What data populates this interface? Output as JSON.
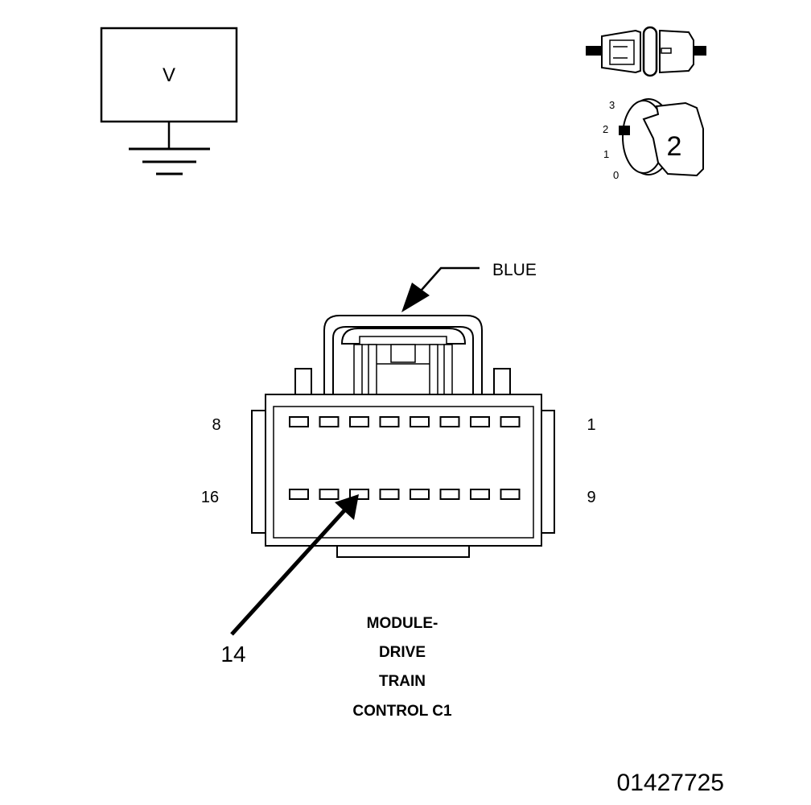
{
  "voltmeter": {
    "symbol": "V"
  },
  "ignition": {
    "positions": [
      "3",
      "2",
      "1",
      "0"
    ],
    "key_number": "2"
  },
  "connector": {
    "color_callout": "BLUE",
    "pin_labels": {
      "top_left": "8",
      "top_right": "1",
      "bottom_left": "16",
      "bottom_right": "9"
    },
    "top_row_pins": 8,
    "bottom_row_pins": 8,
    "highlighted_pin": "14",
    "name_lines": [
      "MODULE-",
      "DRIVE",
      "TRAIN",
      "CONTROL C1"
    ]
  },
  "figure_id": "01427725"
}
